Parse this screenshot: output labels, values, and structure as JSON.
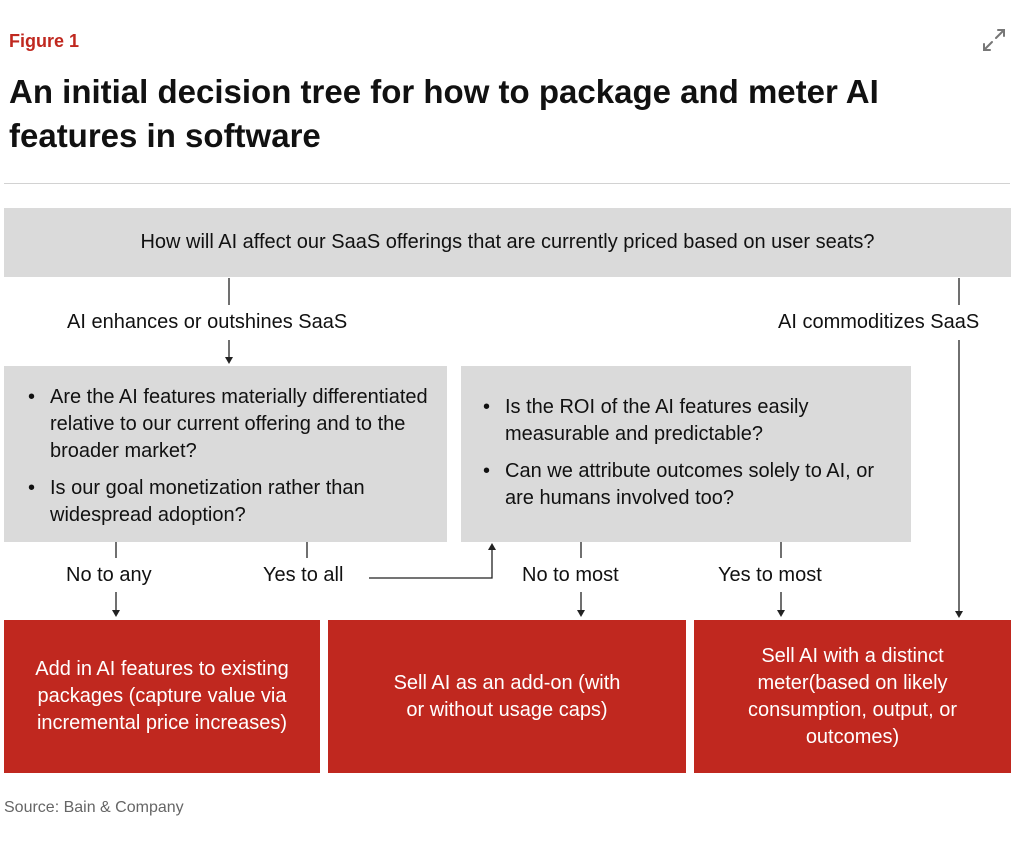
{
  "figure_label": "Figure 1",
  "title": "An initial decision tree for how to package and meter AI features in software",
  "icons": {
    "expand": "expand-arrows-icon"
  },
  "colors": {
    "accent": "#c0281f",
    "box_gray": "#dadada",
    "text": "#111111"
  },
  "root_question": "How will AI affect our SaaS offerings that are currently priced based on user seats?",
  "branches": {
    "left": "AI enhances or outshines SaaS",
    "right": "AI commoditizes SaaS"
  },
  "question_boxes": [
    {
      "bullets": [
        "Are the AI features materially differentiated relative to our current offering and to the broader market?",
        "Is our goal monetization rather than widespread adoption?"
      ]
    },
    {
      "bullets": [
        "Is the ROI of the AI features easily measurable and predictable?",
        "Can we attribute outcomes solely to AI, or are humans involved too?"
      ]
    }
  ],
  "answers": {
    "no_to_any": "No to any",
    "yes_to_all": "Yes to all",
    "no_to_most": "No to most",
    "yes_to_most": "Yes to most"
  },
  "outcomes": [
    "Add in AI features to existing packages (capture value via incremental price increases)",
    "Sell AI as an add-on (with or without usage caps)",
    "Sell AI with a distinct meter(based on likely consumption, output, or outcomes)"
  ],
  "source": "Source: Bain & Company"
}
